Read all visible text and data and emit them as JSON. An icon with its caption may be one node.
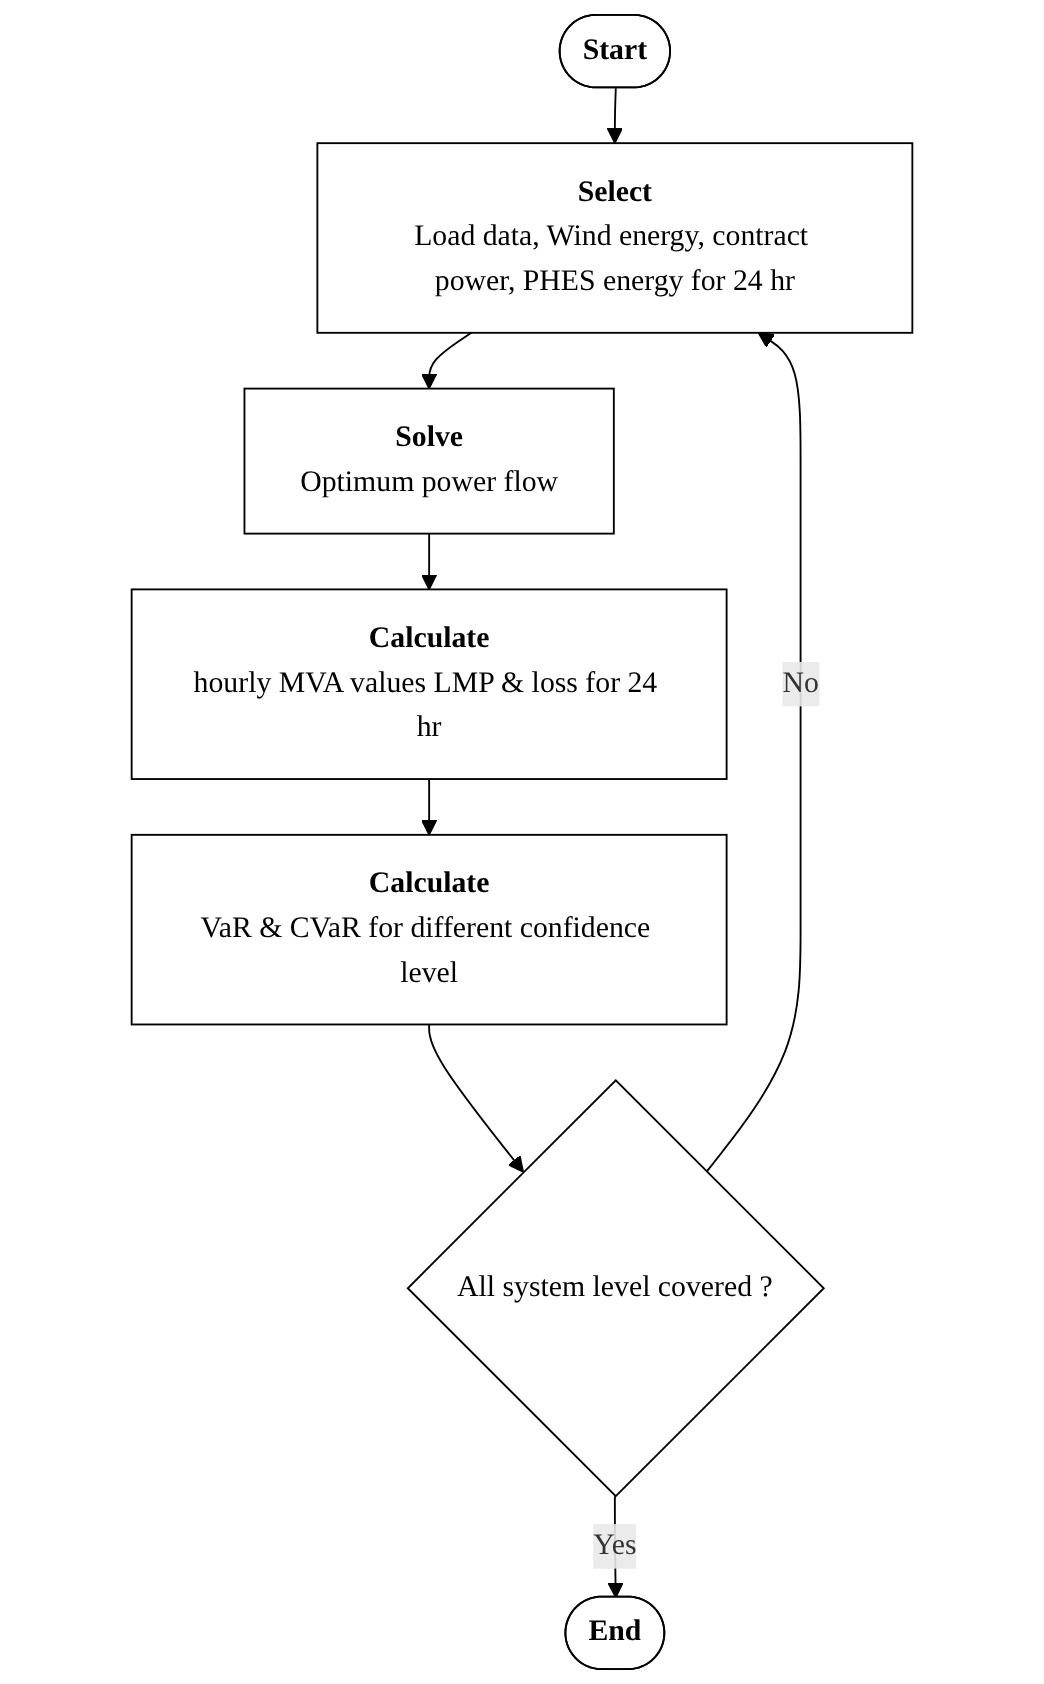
{
  "diagram": {
    "nodes": [
      {
        "text": [
          "Start"
        ]
      },
      {
        "text": [
          "Select",
          "Load data, Wind energy, contract power, PHES energy for 24 hr"
        ]
      },
      {
        "text": [
          "Solve",
          "Optimum power flow"
        ]
      },
      {
        "text": [
          "Calculate",
          "hourly MVA values LMP & loss for 24 hr"
        ]
      },
      {
        "text": [
          "Calculate",
          "VaR & CVaR for different confidence level"
        ]
      },
      {
        "text": [
          "All system level covered ?"
        ]
      },
      {
        "text": [
          "End"
        ]
      }
    ],
    "edges": [
      {
        "from": 0,
        "to": 1,
        "arrow": "to"
      },
      {
        "from": 1,
        "to": 2,
        "arrow": "to"
      },
      {
        "from": 2,
        "to": 3,
        "arrow": "to"
      },
      {
        "from": 3,
        "to": 4,
        "arrow": "to"
      },
      {
        "from": 4,
        "to": 5,
        "arrow": "to"
      },
      {
        "from": 5,
        "to": 1,
        "arrow": "to",
        "label": "No"
      },
      {
        "from": 5,
        "to": 6,
        "arrow": "to",
        "label": "Yes"
      }
    ]
  }
}
